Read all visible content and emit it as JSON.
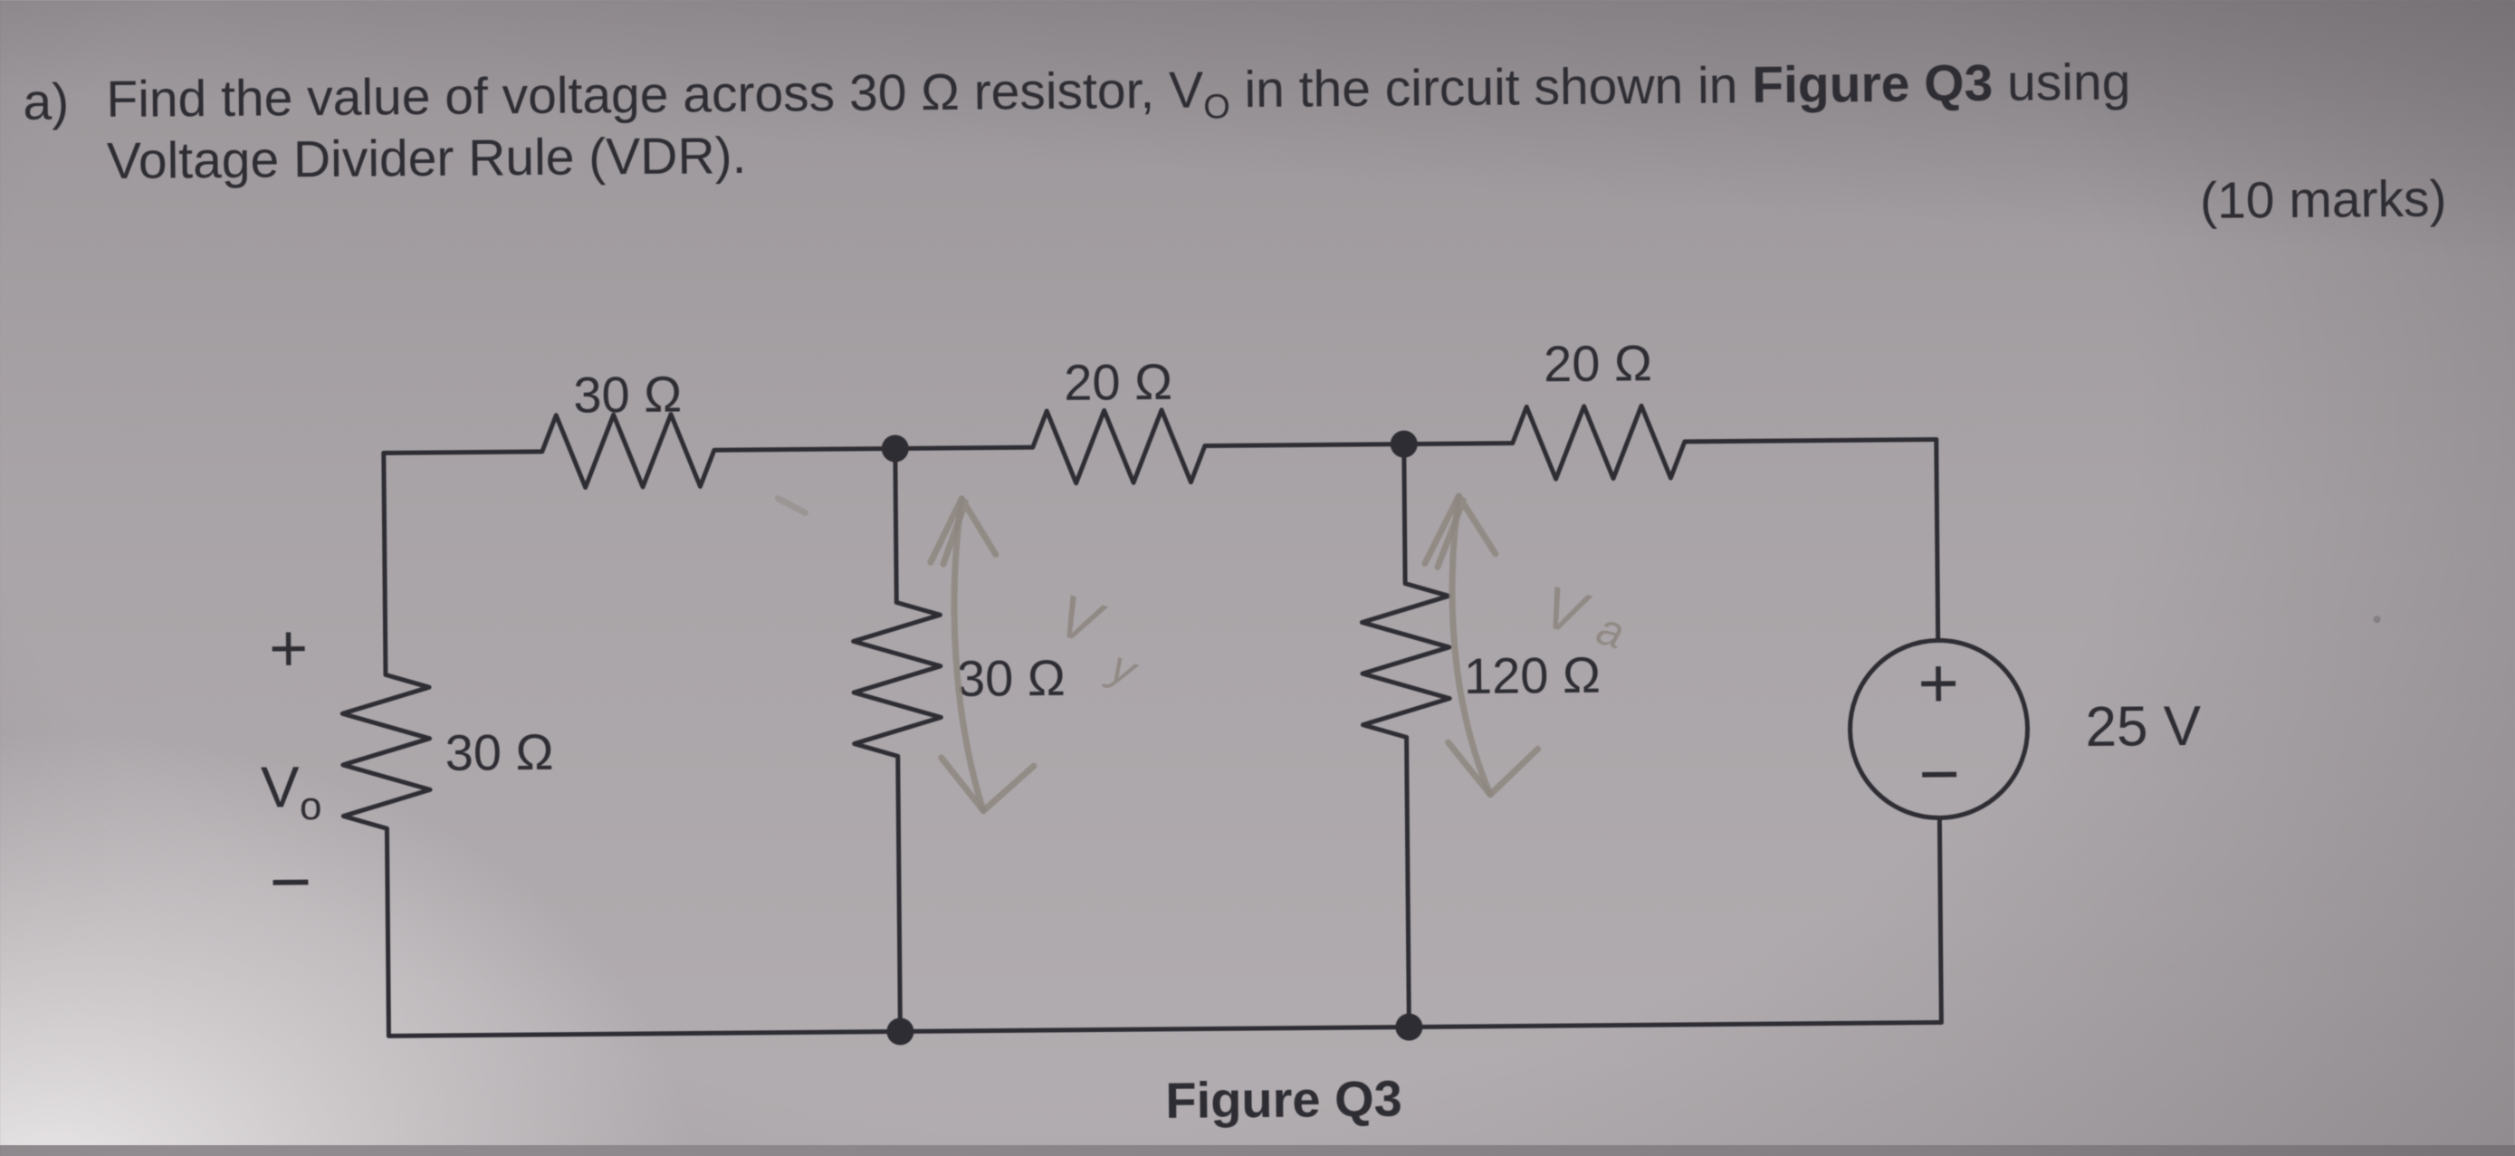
{
  "question": {
    "item_label": "a)",
    "line1_pre": "Find the value of voltage across 30 Ω resistor, V",
    "vo_subscript": "O",
    "line1_mid": " in the circuit shown in ",
    "figure_ref_bold": "Figure Q3",
    "line1_end": " using",
    "line2": "Voltage Divider Rule (VDR).",
    "marks": "(10 marks)"
  },
  "circuit": {
    "caption": "Figure Q3",
    "top_resistors": [
      {
        "label": "30 Ω"
      },
      {
        "label": "20 Ω"
      },
      {
        "label": "20 Ω"
      }
    ],
    "shunt_resistors": [
      {
        "label": "30 Ω"
      },
      {
        "label": "30 Ω"
      },
      {
        "label": "120 Ω"
      }
    ],
    "source": {
      "value": "25 V",
      "plus": "+",
      "minus": "−"
    },
    "output_marking": {
      "plus": "+",
      "v": "V",
      "v_subscript": "o",
      "minus": "−"
    },
    "handwritten": [
      {
        "v": "V",
        "sub": "y"
      },
      {
        "v": "V",
        "sub": "a"
      }
    ]
  },
  "colors": {
    "ink": "#2e2d33",
    "pencil": "#8e8781",
    "paper": "#a7a2a5"
  }
}
